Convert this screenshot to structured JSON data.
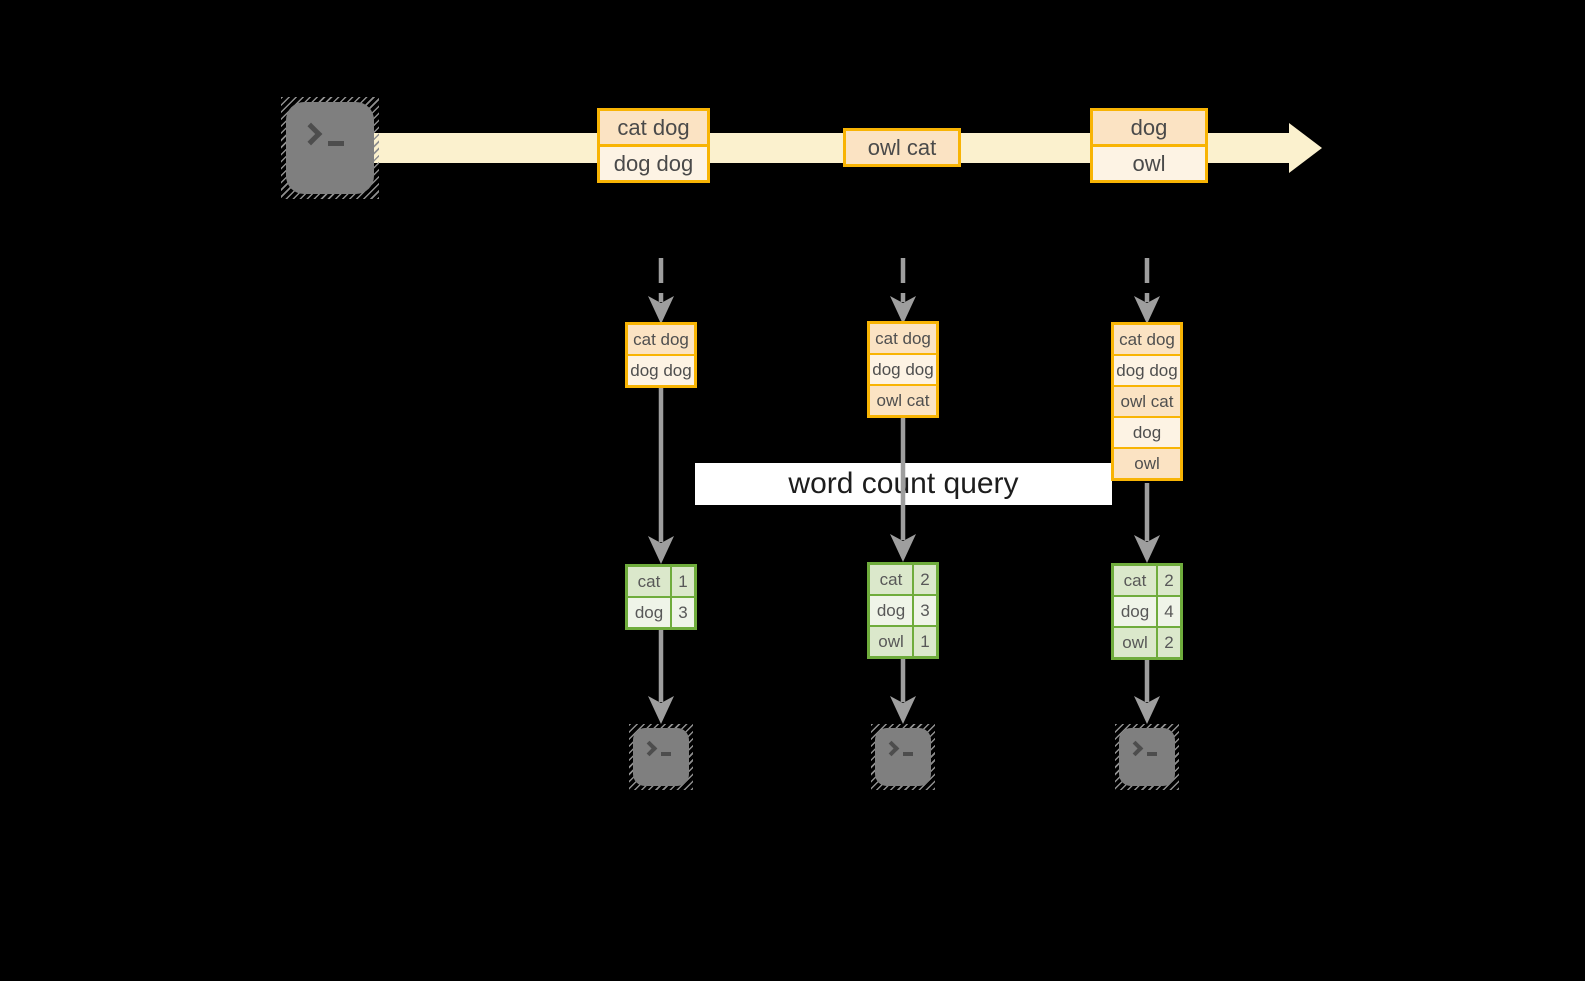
{
  "colors": {
    "background": "#000000",
    "stream_fill": "#FBF1CE",
    "box_border": "#F8B404",
    "box_cell_dark": "#FBE3C3",
    "box_cell_light": "#FDF3E4",
    "table_border": "#6FAC3C",
    "table_row_dark": "#DBE8CB",
    "table_row_light": "#EFF4E8",
    "arrow_gray": "#9E9E9E",
    "terminal_gray": "#7F7F7F",
    "banner_bg": "#FFFFFF"
  },
  "icons": {
    "source": "terminal-prompt-icon",
    "sink": "terminal-prompt-icon"
  },
  "stream": {
    "batches": [
      {
        "records": [
          "cat dog",
          "dog dog"
        ]
      },
      {
        "records": [
          "owl cat"
        ]
      },
      {
        "records": [
          "dog",
          "owl"
        ]
      }
    ]
  },
  "query": {
    "label": "word count query"
  },
  "columns": [
    {
      "buffer": [
        "cat dog",
        "dog dog"
      ],
      "counts": [
        {
          "word": "cat",
          "count": 1
        },
        {
          "word": "dog",
          "count": 3
        }
      ]
    },
    {
      "buffer": [
        "cat dog",
        "dog dog",
        "owl cat"
      ],
      "counts": [
        {
          "word": "cat",
          "count": 2
        },
        {
          "word": "dog",
          "count": 3
        },
        {
          "word": "owl",
          "count": 1
        }
      ]
    },
    {
      "buffer": [
        "cat dog",
        "dog dog",
        "owl cat",
        "dog",
        "owl"
      ],
      "counts": [
        {
          "word": "cat",
          "count": 2
        },
        {
          "word": "dog",
          "count": 4
        },
        {
          "word": "owl",
          "count": 2
        }
      ]
    }
  ]
}
